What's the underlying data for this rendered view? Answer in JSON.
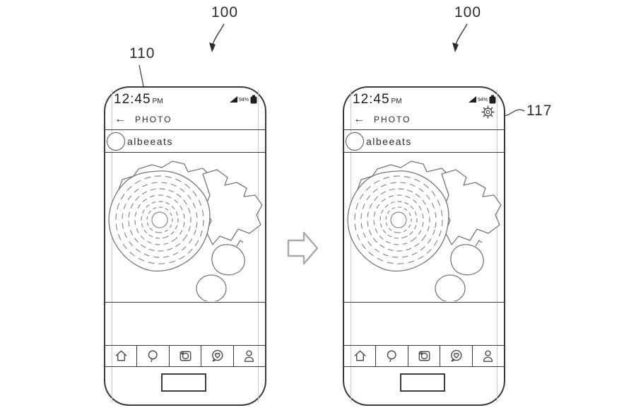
{
  "figure_labels": {
    "device_left": "100",
    "device_right": "100",
    "display": "110",
    "settings_icon": "117"
  },
  "screen": {
    "status_bar": {
      "time": "12:45",
      "meridiem": "PM",
      "battery_percent": "94%"
    },
    "header": {
      "back_arrow": "←",
      "title": "PHOTO"
    },
    "post": {
      "username": "albeeats"
    },
    "nav": {
      "icons": [
        "home-icon",
        "search-icon",
        "camera-icon",
        "activity-heart-icon",
        "profile-icon"
      ]
    },
    "artwork": "line sketch of a spiral rose-shaped dish with lettuce leaves, an apple and an egg"
  },
  "transition": {
    "arrow": "right-block-arrow"
  },
  "colors": {
    "outline": "#3a3a3a",
    "sketch": "#777777",
    "swirl": "#8a8a8a",
    "faint_bezel": "#cbcbcb",
    "block_arrow": "#a8a8a8",
    "background": "#ffffff"
  }
}
